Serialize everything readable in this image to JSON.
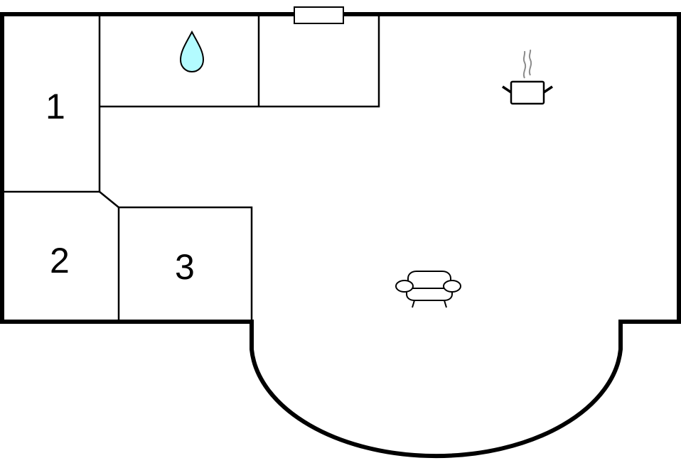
{
  "floorplan": {
    "background": "#ffffff",
    "wall_color": "#000000",
    "rooms": [
      {
        "id": "room-1",
        "label": "1"
      },
      {
        "id": "room-2",
        "label": "2"
      },
      {
        "id": "room-3",
        "label": "3"
      },
      {
        "id": "bathroom",
        "label": ""
      },
      {
        "id": "utility",
        "label": ""
      },
      {
        "id": "living-area",
        "label": ""
      },
      {
        "id": "bay-area",
        "label": ""
      }
    ],
    "icons": {
      "water_drop": {
        "name": "water-drop-icon",
        "fill": "#b3fbff",
        "room": "bathroom"
      },
      "cooking_pot": {
        "name": "cooking-pot-icon",
        "steam_color": "#8c8c8c",
        "room": "living-area"
      },
      "armchair": {
        "name": "armchair-icon",
        "room": "living-area"
      },
      "window": {
        "name": "window-symbol",
        "position": "top-wall"
      }
    }
  }
}
